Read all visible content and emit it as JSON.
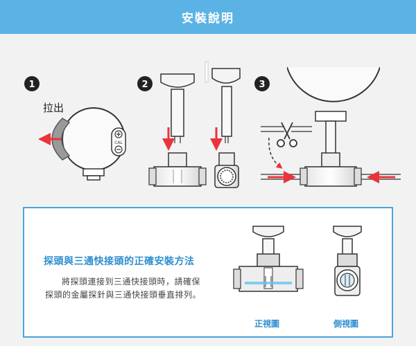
{
  "header": {
    "title": "安裝說明"
  },
  "steps": {
    "step1": {
      "number": "1",
      "label": "拉出",
      "button_label": "CAL"
    },
    "step2": {
      "number": "2"
    },
    "step3": {
      "number": "3"
    }
  },
  "info": {
    "heading": "探頭與三通快接頭的正確安裝方法",
    "text_line1": "將探頭連接到三通快接頭時，請確保",
    "text_line2": "探頭的金屬探針與三通快接頭垂直排列。",
    "front_view_label": "正視圖",
    "side_view_label": "側視圖"
  },
  "colors": {
    "header_bg": "#5bb2e4",
    "accent_blue": "#2f8fcf",
    "arrow_red": "#e8343a"
  }
}
